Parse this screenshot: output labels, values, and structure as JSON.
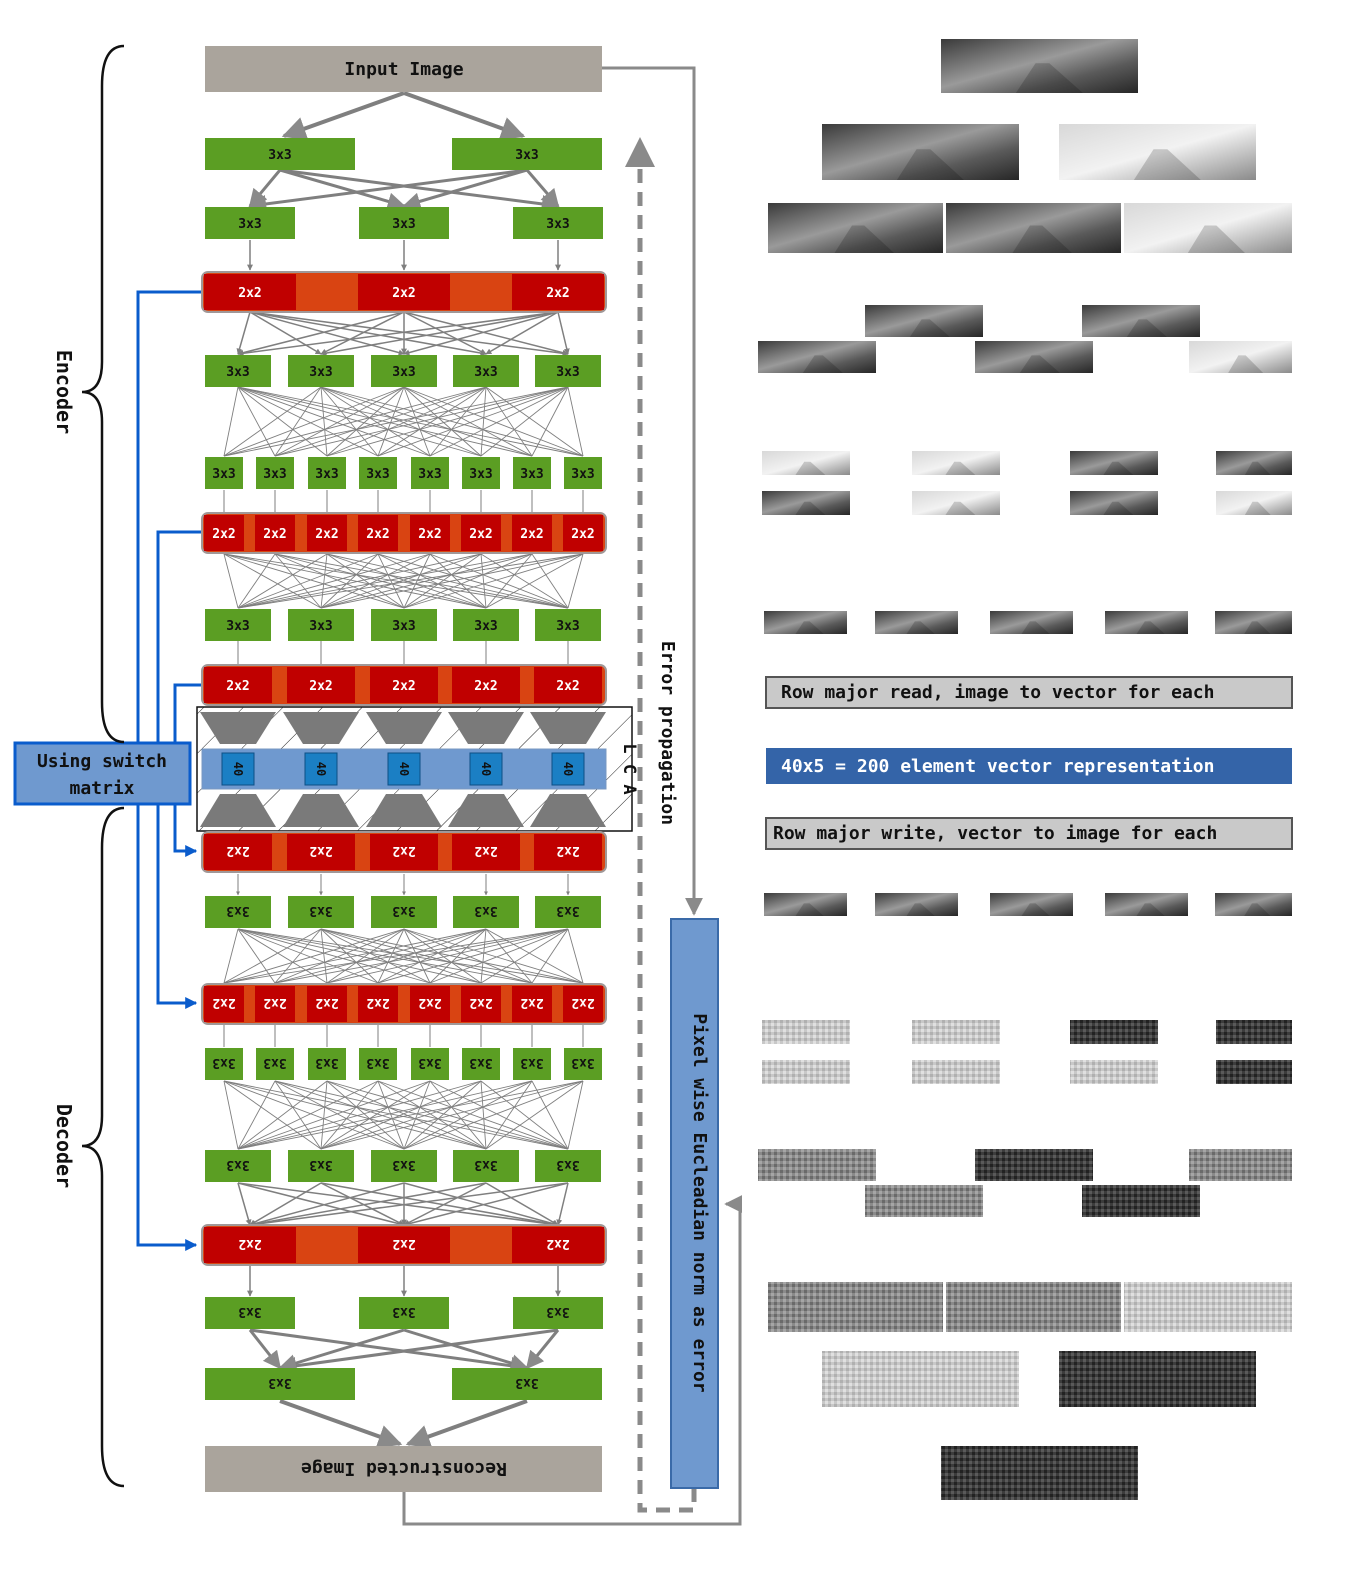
{
  "colors": {
    "green": "#5b9e23",
    "red": "#c00000",
    "orange_bar": "#d94412",
    "gray_box": "#aaa49c",
    "blue_line": "#0a5ccc",
    "blue_box": "#6f99cf",
    "dark_blue": "#3464a8",
    "arrow_gray": "#7f7f7f"
  },
  "labels": {
    "input_image": "Input Image",
    "reconstructed_image": "Reconstructed Image",
    "encoder": "Encoder",
    "decoder": "Decoder",
    "switch_matrix_line1": "Using switch",
    "switch_matrix_line2": "matrix",
    "lca": "L C A",
    "error_propagation": "Error propagation",
    "pixel_norm": "Pixel wise Eucleadian norm as error",
    "row_major_read": "Row major read, image to vector for each",
    "vector_repr": "40x5 = 200 element vector representation",
    "row_major_write": "Row major write, vector to image for each",
    "conv": "3x3",
    "pool": "2x2",
    "code": "40"
  }
}
